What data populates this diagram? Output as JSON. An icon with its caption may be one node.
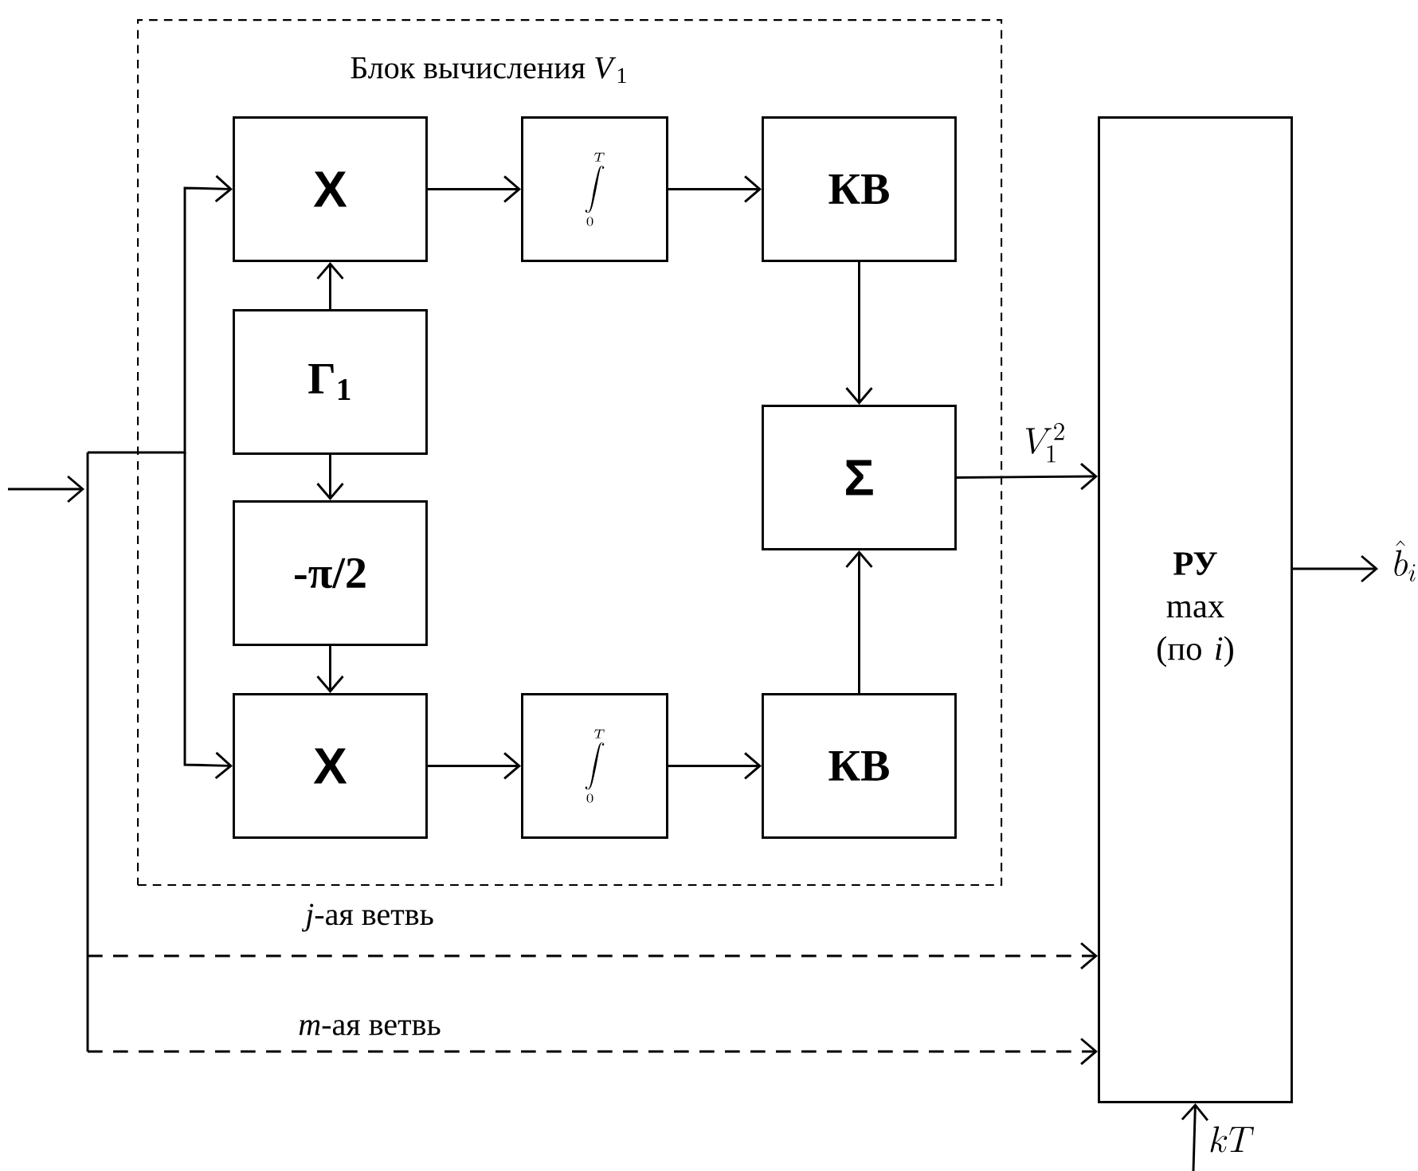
{
  "diagram": {
    "nodes": [
      {
        "text": [
          "Блок вычисления *V*$_{1}$"
        ]
      },
      {
        "text": [
          "X"
        ],
        "in": 0
      },
      {
        "text": [
          "\\int\\limits_{0}^{T}"
        ],
        "in": 0
      },
      {
        "text": [
          "КВ"
        ],
        "in": 0
      },
      {
        "text": [
          "Г$_{1}$"
        ],
        "in": 0
      },
      {
        "text": [
          "-π/2"
        ],
        "in": 0
      },
      {
        "text": [
          "X"
        ],
        "in": 0
      },
      {
        "text": [
          "\\int\\limits_{0}^{T}"
        ],
        "in": 0
      },
      {
        "text": [
          "КВ"
        ],
        "in": 0
      },
      {
        "text": [
          "Σ"
        ],
        "in": 0
      },
      {
        "text": [
          "РУ",
          "max (по *i*)"
        ]
      }
    ],
    "edges": [
      {
        "from": null,
        "to": 1,
        "arrow": "to"
      },
      {
        "from": null,
        "to": 6,
        "arrow": "to"
      },
      {
        "from": null,
        "to": 10,
        "arrow": "to",
        "style": "dashed",
        "label": "*j*-ая ветвь"
      },
      {
        "from": null,
        "to": 10,
        "arrow": "to",
        "style": "dashed",
        "label": "*m*-ая ветвь"
      },
      {
        "from": 1,
        "to": 2,
        "arrow": "to"
      },
      {
        "from": 2,
        "to": 3,
        "arrow": "to"
      },
      {
        "from": 3,
        "to": 9,
        "arrow": "to"
      },
      {
        "from": 4,
        "to": 1,
        "arrow": "to"
      },
      {
        "from": 4,
        "to": 5,
        "arrow": "to"
      },
      {
        "from": 5,
        "to": 6,
        "arrow": "to"
      },
      {
        "from": 6,
        "to": 7,
        "arrow": "to"
      },
      {
        "from": 7,
        "to": 8,
        "arrow": "to"
      },
      {
        "from": 8,
        "to": 9,
        "arrow": "to"
      },
      {
        "from": 9,
        "to": 10,
        "arrow": "to",
        "label": "V_{1}^{2}"
      },
      {
        "from": 10,
        "to": null,
        "arrow": "to",
        "label": "\\hat{b}_{i}"
      },
      {
        "from": null,
        "to": 10,
        "arrow": "to",
        "label": "kT"
      }
    ]
  }
}
